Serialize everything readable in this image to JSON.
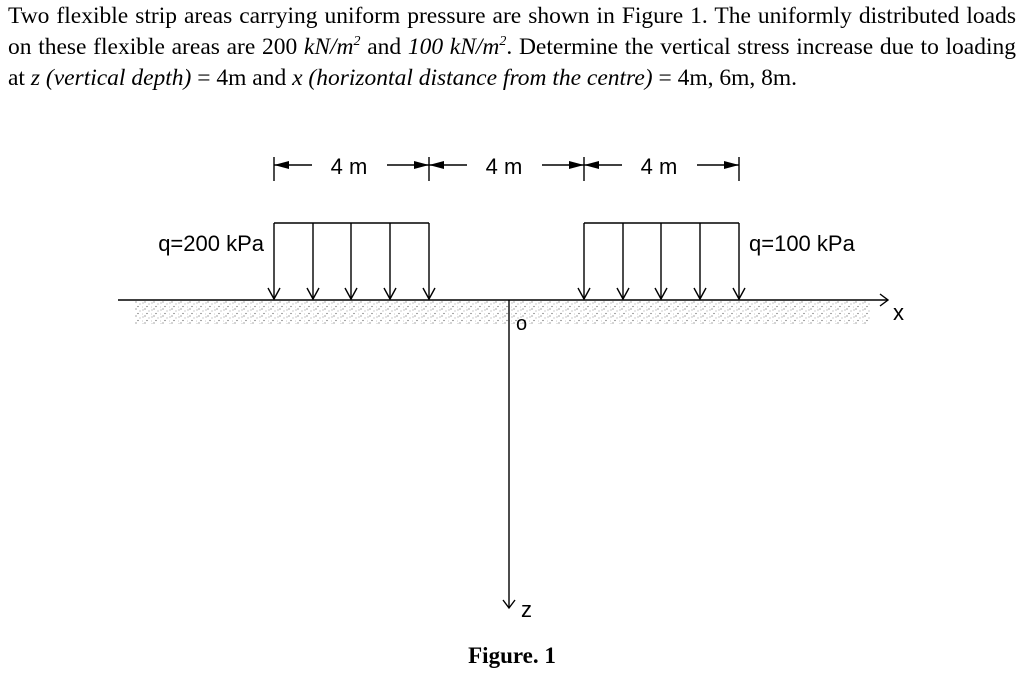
{
  "problem": {
    "t1": "Two flexible strip areas carrying uniform pressure are shown in Figure 1. The uniformly distributed loads on these flexible areas are 200 ",
    "u1": "kN/m",
    "e1": "2",
    "t2": " and ",
    "u2": "100 kN/m",
    "e2": "2",
    "t3": ". Determine the vertical stress increase due to loading at ",
    "i1": "z (vertical depth)",
    "t4": " = 4m and ",
    "i2": "x (horizontal distance from the centre)",
    "t5": " = 4m, 6m, 8m."
  },
  "figure": {
    "dimensions": [
      "4 m",
      "4 m",
      "4 m"
    ],
    "load_left": "q=200 kPa",
    "load_right": "q=100 kPa",
    "origin_label": "o",
    "x_axis_label": "x",
    "z_axis_label": "z",
    "caption": "Figure. 1"
  }
}
